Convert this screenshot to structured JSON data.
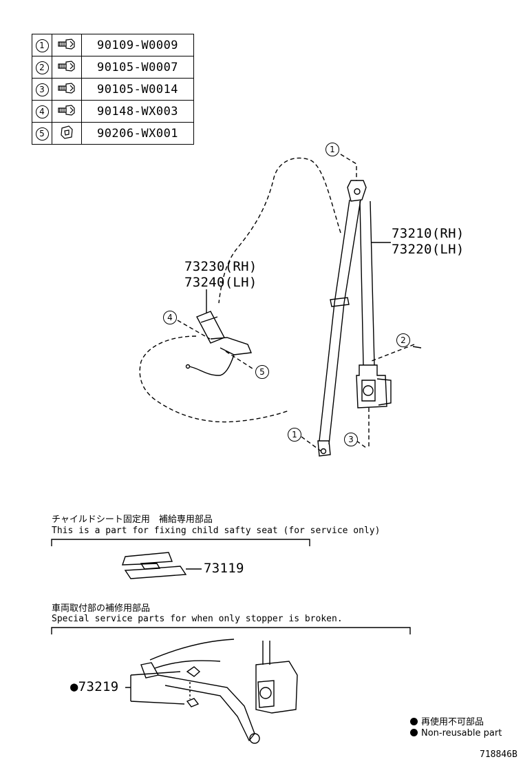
{
  "parts": [
    {
      "num": "1",
      "icon": "bolt-icon",
      "part_no": "90109-W0009"
    },
    {
      "num": "2",
      "icon": "bolt-icon",
      "part_no": "90105-W0007"
    },
    {
      "num": "3",
      "icon": "bolt-icon",
      "part_no": "90105-W0014"
    },
    {
      "num": "4",
      "icon": "bolt-icon",
      "part_no": "90148-WX003"
    },
    {
      "num": "5",
      "icon": "nut-icon",
      "part_no": "90206-WX001"
    }
  ],
  "labels": {
    "belt_rh": "73210(RH)",
    "belt_lh": "73220(LH)",
    "buckle_rh": "73230(RH)",
    "buckle_lh": "73240(LH)",
    "child_seat_part": "73119",
    "stopper_part": "●73219"
  },
  "callouts": {
    "c1_top": "1",
    "c2": "2",
    "c4": "4",
    "c5": "5",
    "c1_bottom": "1",
    "c3": "3"
  },
  "notes": {
    "child_seat_jp": "チャイルドシート固定用　補給専用部品",
    "child_seat_en": "This is a part for fixing child safty seat (for service only)",
    "stopper_jp": "車両取付部の補修用部品",
    "stopper_en": "Special service parts for when only stopper is broken."
  },
  "legend": {
    "jp": "再使用不可部品",
    "en": "Non-reusable part"
  },
  "figure_id": "718846B"
}
